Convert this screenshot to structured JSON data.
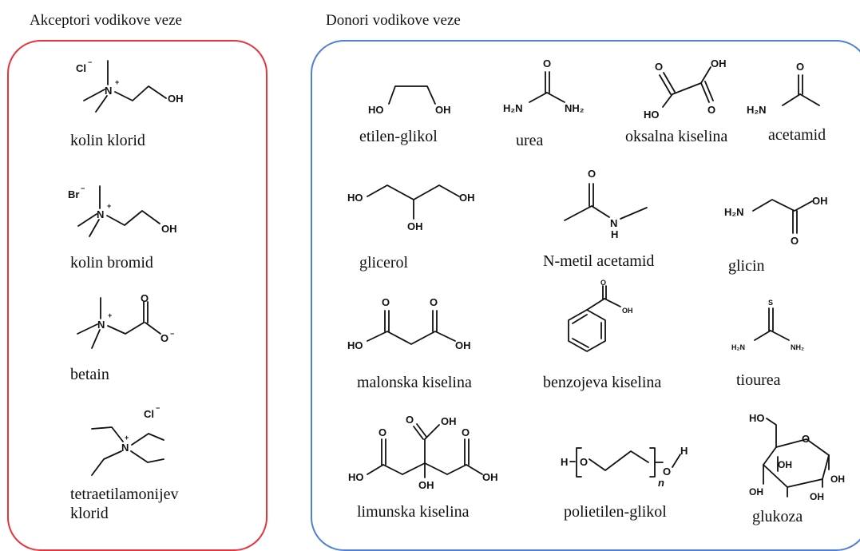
{
  "headings": {
    "acceptors": "Akceptori vodikove veze",
    "donors": "Donori vodikove veze"
  },
  "acceptors": [
    {
      "name": "kolin klorid"
    },
    {
      "name": "kolin bromid"
    },
    {
      "name": "betain"
    },
    {
      "name_line1": "tetraetilamonijev",
      "name_line2": "klorid"
    }
  ],
  "donors": [
    {
      "name": "etilen-glikol"
    },
    {
      "name": "urea"
    },
    {
      "name": "oksalna kiselina"
    },
    {
      "name": "acetamid"
    },
    {
      "name": "glicerol"
    },
    {
      "name": "N-metil acetamid"
    },
    {
      "name": "glicin"
    },
    {
      "name": "malonska kiselina"
    },
    {
      "name": "benzojeva kiselina"
    },
    {
      "name": "tiourea"
    },
    {
      "name": "limunska kiselina"
    },
    {
      "name": "polietilen-glikol"
    },
    {
      "name": "glukoza"
    }
  ],
  "colors": {
    "acceptor_border": "#e8323c",
    "donor_border": "#4f7fd6"
  }
}
